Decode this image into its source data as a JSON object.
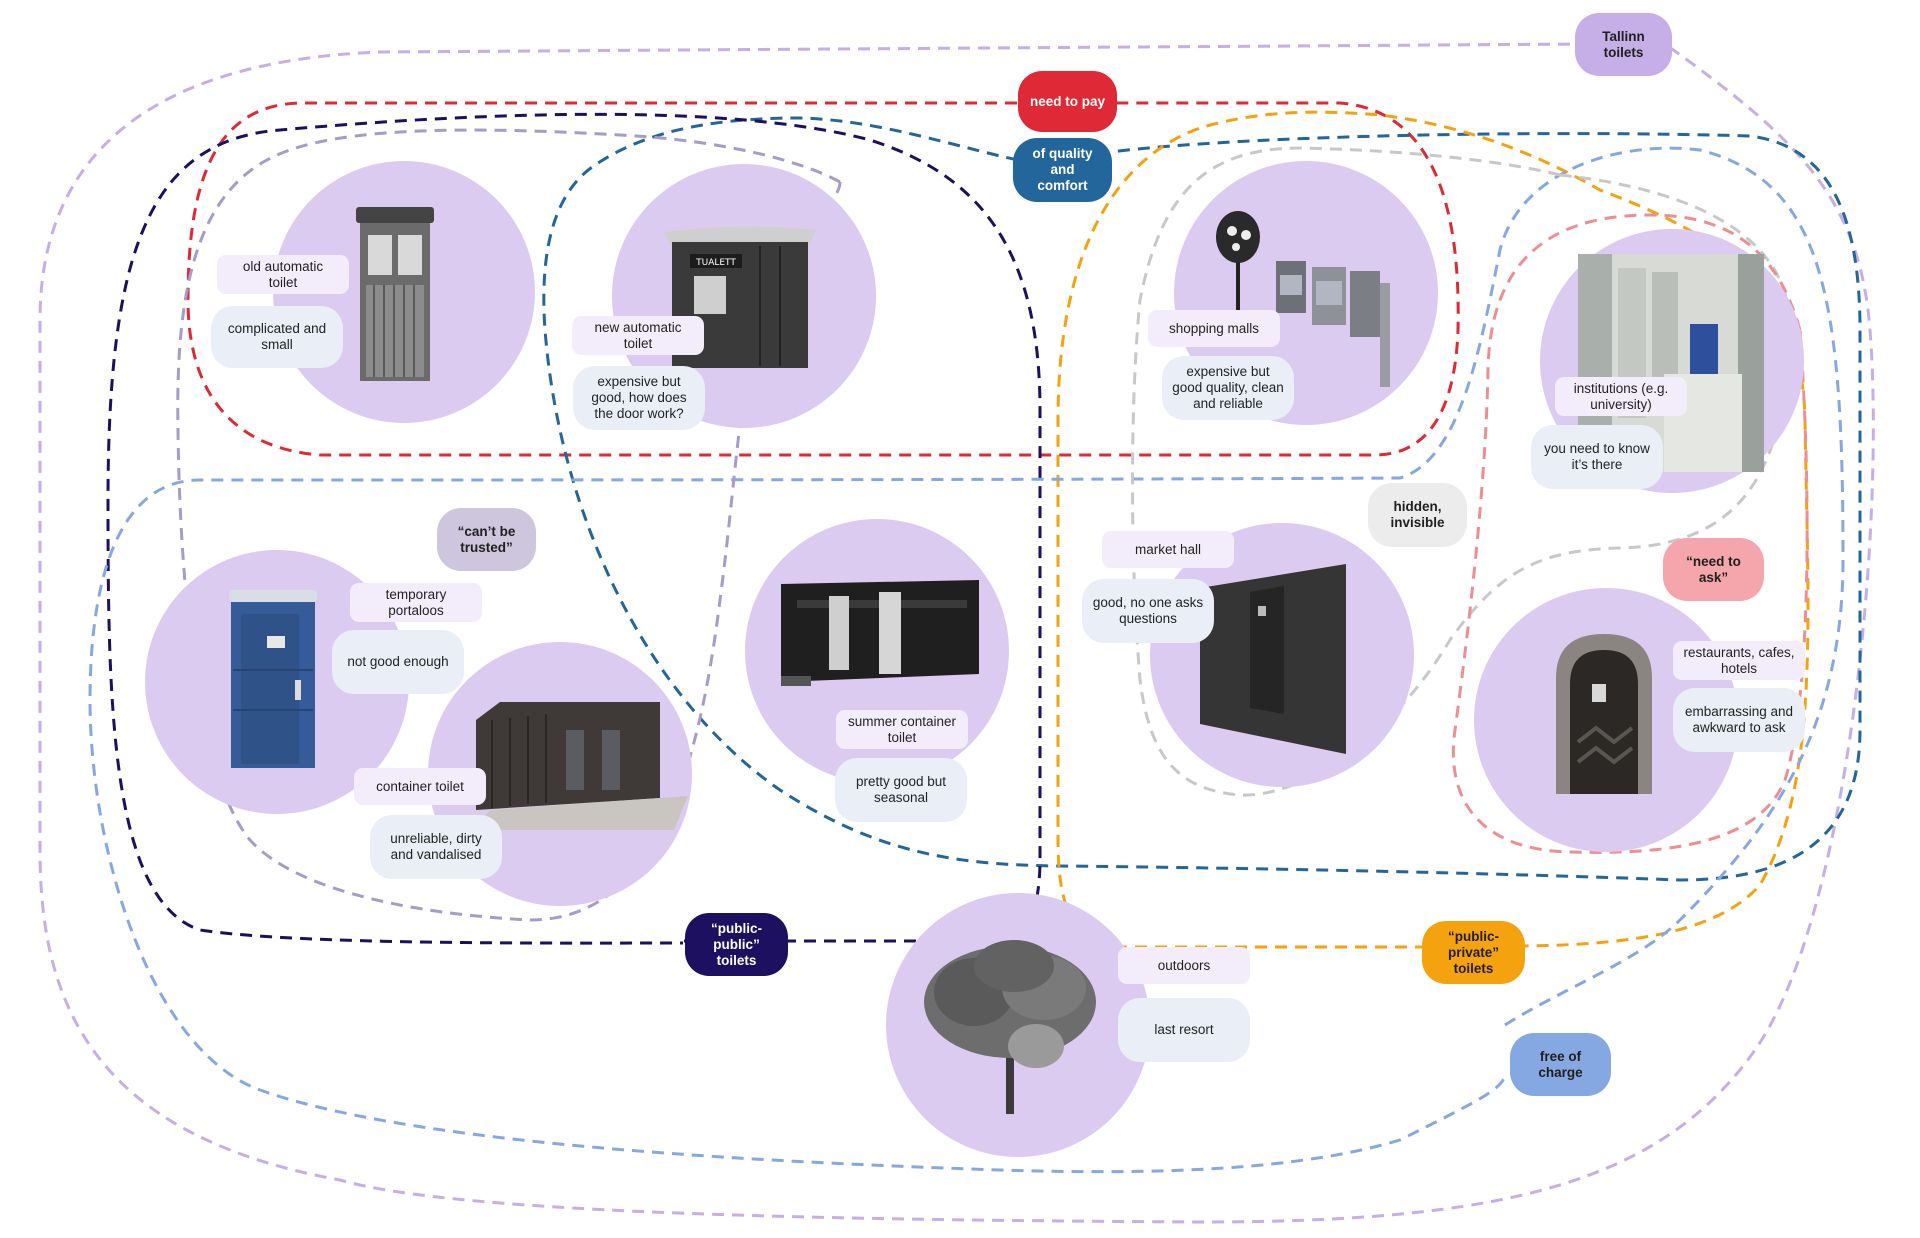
{
  "categories": {
    "tallinn": {
      "label": "Tallinn toilets",
      "color": "#c6aee6"
    },
    "pay": {
      "label": "need to pay",
      "color": "#e02936"
    },
    "quality": {
      "label": "of quality and comfort",
      "color": "#23669c"
    },
    "public_public": {
      "label": "“public-public” toilets",
      "color": "#1e1060"
    },
    "public_private": {
      "label": "“public-private” toilets",
      "color": "#f5a20f"
    },
    "free": {
      "label": "free of charge",
      "color": "#86a8e2"
    },
    "ask": {
      "label": "“need to ask”",
      "color": "#f4a6ac"
    },
    "hidden": {
      "label": "hidden, invisible",
      "color": "#ececec"
    },
    "trust": {
      "label": "“can’t be trusted”",
      "color": "#cdc6dc"
    }
  },
  "extra_colors": {
    "lavender_dash": "#a79bc9",
    "grey_dash": "#c8c8c8",
    "pink_dash": "#ee8e93"
  },
  "toilets": [
    {
      "name": "old automatic toilet",
      "opinion": "complicated and small",
      "image": "old-automatic-toilet-photo"
    },
    {
      "name": "new automatic toilet",
      "opinion": "expensive but good, how does the door work?",
      "image": "new-automatic-toilet-photo",
      "sign": "TUALETT"
    },
    {
      "name": "shopping malls",
      "opinion": "expensive but good quality, clean and reliable",
      "image": "mall-turnstile-photo"
    },
    {
      "name": "institutions (e.g. university)",
      "opinion": "you need to know it’s there",
      "image": "institution-restroom-photo"
    },
    {
      "name": "temporary portaloos",
      "opinion": "not good enough",
      "image": "portaloo-photo"
    },
    {
      "name": "container toilet",
      "opinion": "unreliable, dirty and vandalised",
      "image": "container-toilet-photo"
    },
    {
      "name": "summer container toilet",
      "opinion": "pretty good but seasonal",
      "image": "summer-container-photo"
    },
    {
      "name": "market hall",
      "opinion": "good, no one asks questions",
      "image": "market-hall-photo"
    },
    {
      "name": "restaurants, cafes, hotels",
      "opinion": "embarrassing and awkward to ask",
      "image": "restaurant-door-photo"
    },
    {
      "name": "outdoors",
      "opinion": "last resort",
      "image": "tree-photo"
    }
  ]
}
